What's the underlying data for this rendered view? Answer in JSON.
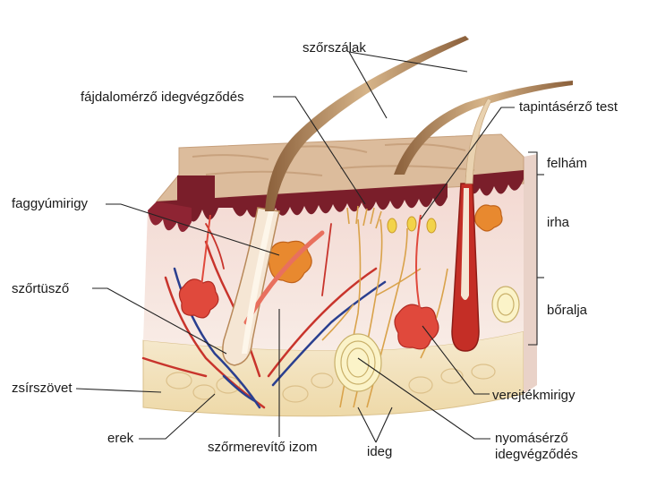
{
  "diagram": {
    "labels": {
      "hair_shafts": "szőrszálak",
      "pain_nerve_ending": "fájdalomérző idegvégződés",
      "touch_corpuscle": "tapintásérző test",
      "sebaceous_gland": "faggyúmirigy",
      "hair_follicle": "szőrtüsző",
      "fat_tissue": "zsírszövet",
      "vessels": "erek",
      "arrector_muscle": "szőrmerevítő izom",
      "nerve": "ideg",
      "sweat_gland": "verejtékmirigy",
      "pressure_nerve_ending_line1": "nyomásérző",
      "pressure_nerve_ending_line2": "idegvégződés"
    },
    "layers": {
      "epidermis": "felhám",
      "dermis": "irha",
      "subcutis": "bőralja"
    },
    "colors": {
      "epidermis": "#d8b99a",
      "epidermis_edge": "#7a1e2a",
      "dermis": "#f6e3dc",
      "subcutis": "#f3e2bd",
      "vessel_red": "#c8342c",
      "vessel_blue": "#2a3f8f",
      "nerve": "#d9a24a",
      "gland": "#e0493c",
      "sebaceous": "#e8892f",
      "hair": "#b8895a"
    }
  }
}
